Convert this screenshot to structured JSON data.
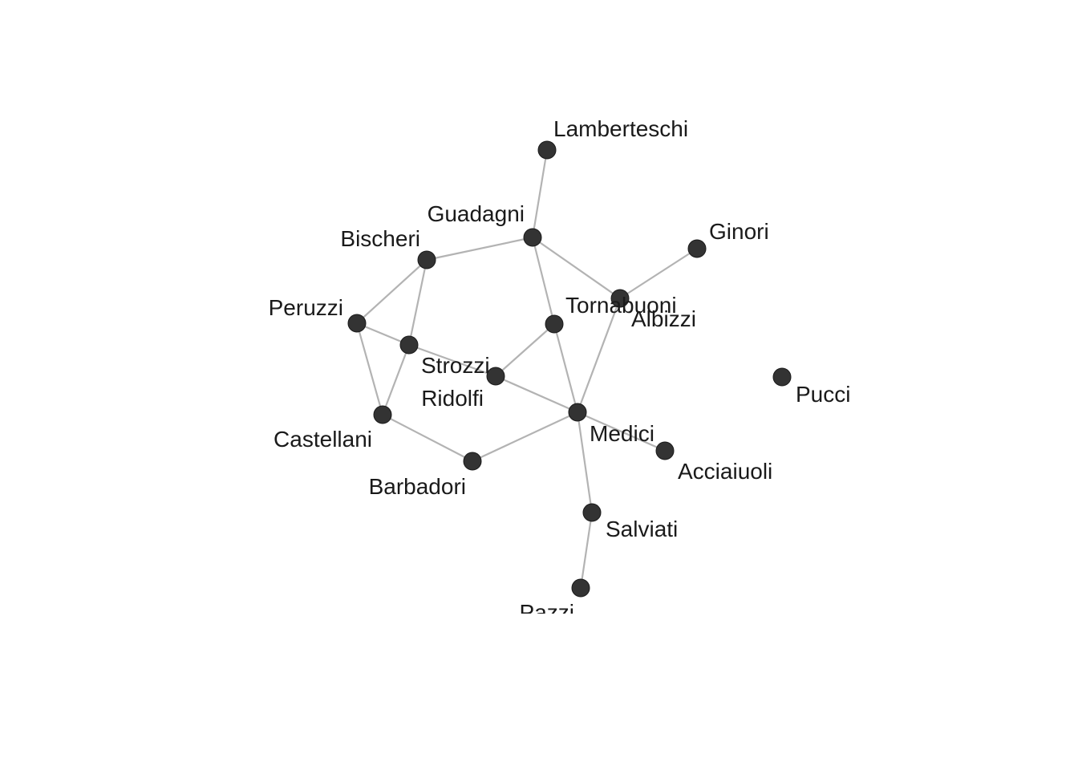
{
  "network": {
    "nodes": [
      {
        "id": "Lamberteschi",
        "label": "Lamberteschi"
      },
      {
        "id": "Guadagni",
        "label": "Guadagni"
      },
      {
        "id": "Bischeri",
        "label": "Bischeri"
      },
      {
        "id": "Ginori",
        "label": "Ginori"
      },
      {
        "id": "Peruzzi",
        "label": "Peruzzi"
      },
      {
        "id": "Tornabuoni",
        "label": "Tornabuoni"
      },
      {
        "id": "Albizzi",
        "label": "Albizzi"
      },
      {
        "id": "Strozzi",
        "label": "Strozzi"
      },
      {
        "id": "Ridolfi",
        "label": "Ridolfi"
      },
      {
        "id": "Pucci",
        "label": "Pucci"
      },
      {
        "id": "Medici",
        "label": "Medici"
      },
      {
        "id": "Castellani",
        "label": "Castellani"
      },
      {
        "id": "Acciaiuoli",
        "label": "Acciaiuoli"
      },
      {
        "id": "Barbadori",
        "label": "Barbadori"
      },
      {
        "id": "Salviati",
        "label": "Salviati"
      },
      {
        "id": "Pazzi",
        "label": "Pazzi"
      }
    ],
    "edges": [
      [
        "Lamberteschi",
        "Guadagni"
      ],
      [
        "Guadagni",
        "Bischeri"
      ],
      [
        "Guadagni",
        "Albizzi"
      ],
      [
        "Guadagni",
        "Tornabuoni"
      ],
      [
        "Ginori",
        "Albizzi"
      ],
      [
        "Albizzi",
        "Medici"
      ],
      [
        "Bischeri",
        "Peruzzi"
      ],
      [
        "Bischeri",
        "Strozzi"
      ],
      [
        "Peruzzi",
        "Strozzi"
      ],
      [
        "Peruzzi",
        "Castellani"
      ],
      [
        "Strozzi",
        "Castellani"
      ],
      [
        "Strozzi",
        "Ridolfi"
      ],
      [
        "Tornabuoni",
        "Ridolfi"
      ],
      [
        "Tornabuoni",
        "Medici"
      ],
      [
        "Ridolfi",
        "Medici"
      ],
      [
        "Castellani",
        "Barbadori"
      ],
      [
        "Barbadori",
        "Medici"
      ],
      [
        "Medici",
        "Acciaiuoli"
      ],
      [
        "Medici",
        "Salviati"
      ],
      [
        "Salviati",
        "Pazzi"
      ]
    ]
  }
}
